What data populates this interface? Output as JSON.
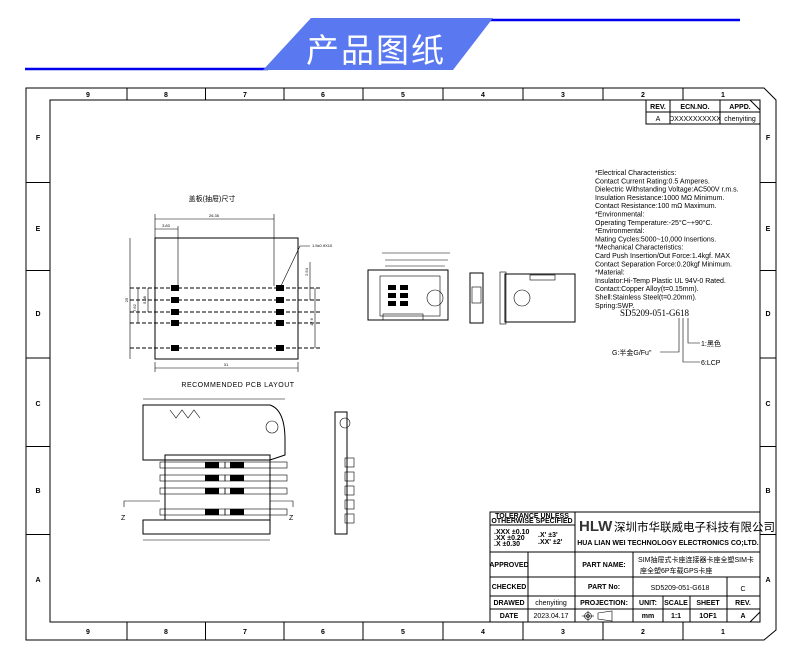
{
  "banner": {
    "title": "产品图纸",
    "accent": "#5a78f0",
    "line_color": "#0000ee"
  },
  "frame": {
    "columns": [
      "9",
      "8",
      "7",
      "6",
      "5",
      "4",
      "3",
      "2",
      "1"
    ],
    "rows": [
      "F",
      "E",
      "D",
      "C",
      "B",
      "A"
    ]
  },
  "revision": {
    "headers": [
      "REV.",
      "ECN.NO.",
      "APPD."
    ],
    "values": [
      "A",
      "DXXXXXXXXXX",
      "chenyiting"
    ]
  },
  "pcb_layout": {
    "title": "盖板(抽屉)尺寸",
    "caption": "RECOMMENDED PCB LAYOUT",
    "dims": [
      "26.35",
      "3.83",
      "31",
      "7.62",
      "5.08",
      "2.54",
      "17.6",
      "25"
    ],
    "pad_note": "1.5x0.9X10"
  },
  "specs": [
    "*Electrical Characteristics:",
    " Contact Current Rating:0.5 Amperes.",
    " Dielectric Withstanding Voltage:AC500V r.m.s.",
    " Insulation Resistance:1000 MΩ Minimum.",
    " Contact Resistance:100 mΩ Maximum.",
    "*Environmental:",
    " Operating Temperature:-25°C~+90°C.",
    "*Environmental:",
    " Mating Cycles:5000~10,000 Insertions.",
    "*Mechanical Characteristics:",
    " Card Push Insertion/Out Force:1.4kgf. MAX",
    "Contact Separation Force:0.20kgf Minimum.",
    "*Material:",
    " Insulator:Hi-Temp Plastic UL 94V-0 Rated.",
    " Contact:Copper Alloy(t=0.15mm).",
    " Shell:Stainless Steel(t=0.20mm).",
    " Spring:SWP."
  ],
  "part_code": {
    "code": "SD5209-051-G618",
    "notes": [
      "1:黑色",
      "6:LCP",
      "G:半金G/Fu\""
    ]
  },
  "section_labels": [
    "Z",
    "Z"
  ],
  "title_block": {
    "tolerance_title": [
      "TOLERANCE UNLESS",
      "OTHERWISE SPECIFIED"
    ],
    "tolerances": [
      ".XXX ±0.10",
      ".XX ±0.20",
      ".X ±0.30"
    ],
    "angles": [
      ".X' ±3'",
      ".XX' ±2'"
    ],
    "logo": "HLW",
    "company_cn": "深圳市华联威电子科技有限公司",
    "company_en": "HUA LIAN WEI TECHNOLOGY ELECTRONICS CO;LTD.",
    "approved_label": "APPROVED",
    "checked_label": "CHECKED",
    "drawed_label": "DRAWED",
    "drawed_value": "chenyiting",
    "date_label": "DATE",
    "date_value": "2023.04.17",
    "part_name_label": "PART NAME:",
    "part_name": [
      "SIM抽屉式卡座连接器卡座全塑SIM卡",
      "座全塑6P车载GPS卡座"
    ],
    "part_no_label": "PART No:",
    "part_no": "SD5209-051-G618",
    "part_rev": "C",
    "projection_label": "PROJECTION:",
    "unit_label": "UNIT:",
    "unit": "mm",
    "scale_label": "SCALE",
    "scale": "1:1",
    "sheet_label": "SHEET",
    "sheet": "1OF1",
    "rev_label": "REV.",
    "rev": "A"
  }
}
